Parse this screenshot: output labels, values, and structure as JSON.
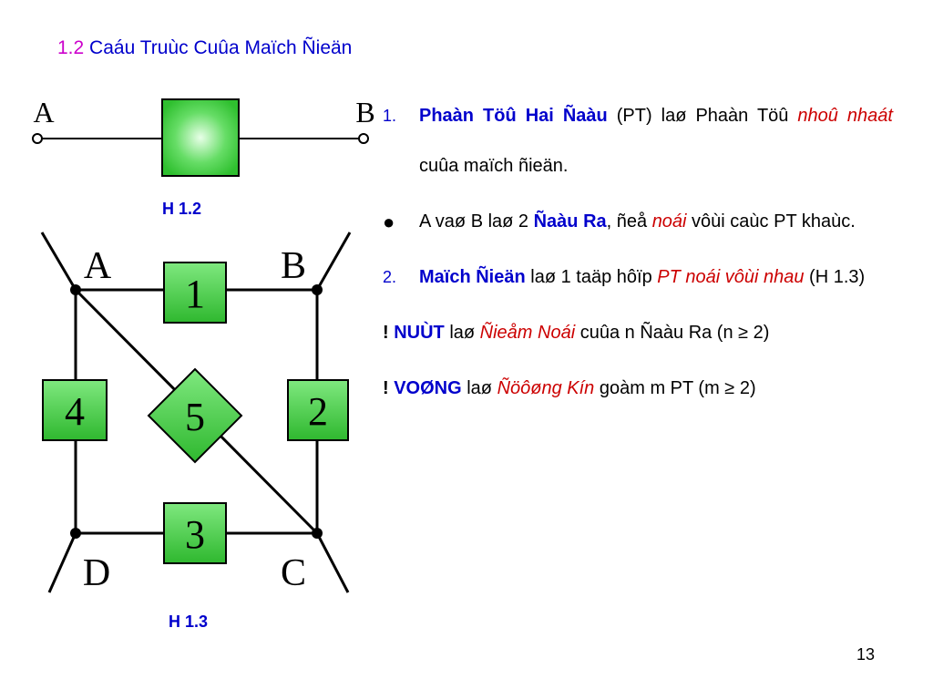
{
  "title": {
    "number": "1.2",
    "text": "Caáu Truùc Cuûa Maïch Ñieän"
  },
  "figures": {
    "fig1": {
      "caption": "H 1.2",
      "labels": {
        "left": "A",
        "right": "B"
      }
    },
    "fig2": {
      "caption": "H 1.3",
      "nodes": {
        "a": "A",
        "b": "B",
        "c": "C",
        "d": "D"
      },
      "elements": {
        "e1": "1",
        "e2": "2",
        "e3": "3",
        "e4": "4",
        "e5": "5"
      }
    }
  },
  "items": {
    "i1": {
      "marker": "1.",
      "bold": "Phaàn Töû Hai Ñaàu",
      "t1": " (PT) laø Phaàn Töû ",
      "italic": "nhoû nhaát",
      "t2": " cuûa maïch ñieän."
    },
    "i2": {
      "marker": "●",
      "t1": "A vaø B laø 2 ",
      "bold": "Ñaàu Ra",
      "t2": ", ñeå ",
      "italic": "noái",
      "t3": " vôùi caùc PT khaùc."
    },
    "i3": {
      "marker": "2.",
      "bold": "Maïch Ñieän",
      "t1": " laø 1 taäp hôïp ",
      "italic": "PT noái vôùi nhau",
      "t2": " (H 1.3)"
    },
    "i4": {
      "prefix": "! ",
      "bold": "NUÙT",
      "t1": " laø ",
      "italic": "Ñieåm Noái",
      "t2": " cuûa n Ñaàu Ra (n ≥ 2)"
    },
    "i5": {
      "prefix": "! ",
      "bold": "VOØNG",
      "t1": " laø ",
      "italic": "Ñöôøng Kín",
      "t2": " goàm m PT  (m ≥ 2)"
    }
  },
  "page_number": "13",
  "colors": {
    "title_number": "#cc00cc",
    "title_text": "#0000cc",
    "emphasis_blue": "#0000cc",
    "emphasis_red": "#cc0000",
    "component_fill": "#33cc33"
  }
}
